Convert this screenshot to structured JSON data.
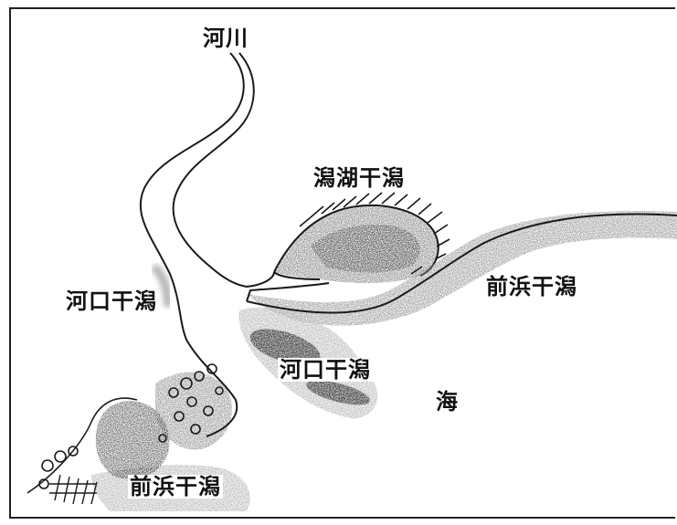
{
  "labels": {
    "river": "河川",
    "lagoon_tidal_flat": "潟湖干潟",
    "estuary_tidal_flat_left": "河口干潟",
    "estuary_tidal_flat_center": "河口干潟",
    "foreshore_tidal_flat_right": "前浜干潟",
    "foreshore_tidal_flat_bottom": "前浜干潟",
    "sea": "海"
  },
  "colors": {
    "line": "#1a1a1a",
    "flat_light": "#b9b9b9",
    "flat_mid": "#8d8d8d",
    "flat_dark": "#3a3a3a",
    "background": "#ffffff"
  }
}
